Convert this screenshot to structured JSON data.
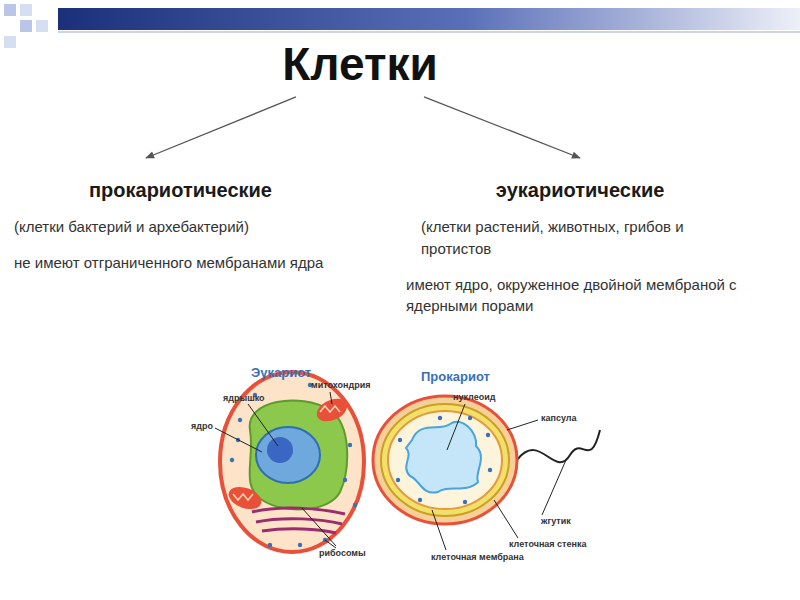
{
  "diagram": {
    "nodes": [
      {
        "text": [
          "Клетки"
        ]
      },
      {
        "text": [
          "прокариотические",
          "(клетки бактерий и архебактерий)",
          "не имеют отграниченного мембранами ядра"
        ]
      },
      {
        "text": [
          "эукариотические",
          "(клетки растений, животных, грибов и протистов",
          "имеют ядро, окруженное двойной мембраной с ядерными порами"
        ]
      }
    ],
    "edges": [
      {
        "from": 0,
        "to": 1,
        "arrow": "to"
      },
      {
        "from": 0,
        "to": 2,
        "arrow": "to"
      }
    ],
    "labels": [
      "Эукариот",
      "ядрышко",
      "митохондрия",
      "ядро",
      "рибосомы",
      "Прокариот",
      "нуклеоид",
      "капсула",
      "жгутик",
      "клеточная стенка",
      "клеточная мембрана"
    ]
  }
}
